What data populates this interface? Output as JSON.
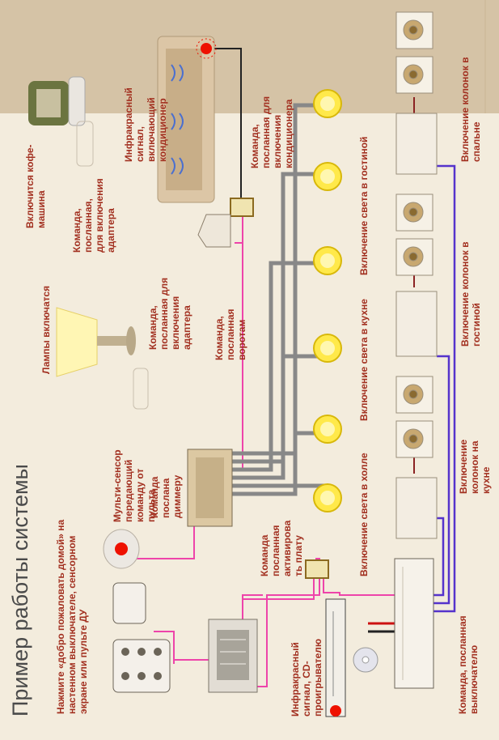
{
  "title": "Пример работы системы",
  "labels": {
    "press_welcome": [
      "Нажмите «добро пожаловать домой» на",
      "настенном выключателе, сенсорном",
      "экране или пульте ДУ"
    ],
    "coffee_on": [
      "Включится кофе-",
      "машина"
    ],
    "adapter_cmd_top": [
      "Команда,",
      "посланная,",
      "для включения",
      "адаптера"
    ],
    "lamps_on": [
      "Лампы включатся"
    ],
    "adapter_cmd_mid": [
      "Команда,",
      "посланная для",
      "включения",
      "адаптера"
    ],
    "gate_cmd": [
      "Команда,",
      "посланная",
      "воротам"
    ],
    "ir_signal_ac": [
      "Инфракрасный",
      "сигнал,",
      "включающий",
      "кондиционер"
    ],
    "ac_cmd": [
      "Команда,",
      "посланная для",
      "включения",
      "кондиционера"
    ],
    "multisensor": [
      "Мульти-сенсор",
      "передающий",
      "команду от",
      "пульта"
    ],
    "dimmer_cmd": [
      "Команда",
      "послана",
      "диммеру"
    ],
    "board_cmd": [
      "Команда",
      "посланная",
      "активирова",
      "ть плату"
    ],
    "ir_cd": [
      "Инфракрасный",
      "сигнал, CD-",
      "проигрывателю"
    ],
    "light_hall": [
      "Включение света в холле"
    ],
    "light_kitchen": [
      "Включение света в кухне"
    ],
    "light_living": [
      "Включение света в гостиной"
    ],
    "switch_cmd": [
      "Команда, посланная",
      "выключателю"
    ],
    "speakers_kitchen": [
      "Включение",
      "колонок на",
      "кухне"
    ],
    "speakers_living": [
      "Включение колонок в",
      "гостиной"
    ],
    "speakers_bedroom": [
      "Включение колонок в",
      "спальне"
    ]
  },
  "colors": {
    "background": "#f3ecdd",
    "wall": "#d5c3a6",
    "label": "#a23020",
    "title": "#4a4a4a",
    "wire_pink": "#ee44aa",
    "wire_gray": "#888888",
    "wire_purple": "#5533cc",
    "wire_red": "#cc1111",
    "wire_black": "#222222",
    "lamp": "#ffe94a",
    "ir_led": "#ee1100"
  },
  "icons": [
    "coffee-machine-icon",
    "air-conditioner-icon",
    "table-lamp-icon",
    "remote-control-icon",
    "touch-panel-icon",
    "motion-sensor-icon",
    "dimmer-icon",
    "control-unit-icon",
    "cd-player-icon",
    "amplifier-icon",
    "speaker-icon",
    "light-bulb-icon",
    "garage-remote-icon",
    "adapter-icon"
  ]
}
